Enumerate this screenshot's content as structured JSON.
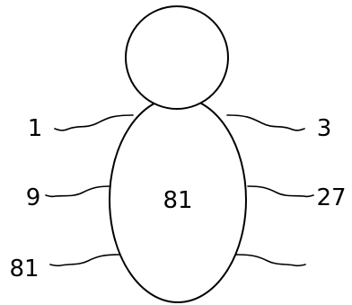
{
  "figure": {
    "body_value": "81",
    "left_leg_labels": [
      "1",
      "9",
      "81"
    ],
    "right_leg_labels": [
      "3",
      "27",
      ""
    ]
  }
}
